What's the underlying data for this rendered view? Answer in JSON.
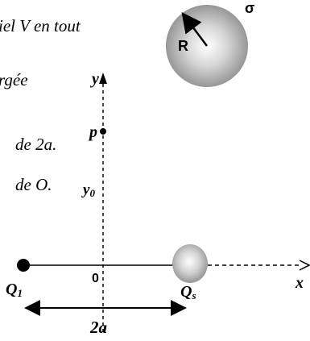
{
  "text_lines": [
    "iel V en tout",
    "rgée",
    "de 2a.",
    "de O."
  ],
  "sphere": {
    "radius_label": "R",
    "charge_density_label": "σ"
  },
  "axes": {
    "y_label": "y",
    "x_label": "x",
    "origin_label": "0"
  },
  "point": {
    "label": "p",
    "distance_label": "y",
    "distance_subscript": "0"
  },
  "charges": {
    "q1_label": "Q",
    "q1_subscript": "1",
    "qs_label": "Q",
    "qs_subscript": "s"
  },
  "spacing": {
    "label": "2a"
  },
  "colors": {
    "ink": "#000000",
    "sphere_light": "#ffffff",
    "sphere_dark": "#8a8a8a"
  }
}
